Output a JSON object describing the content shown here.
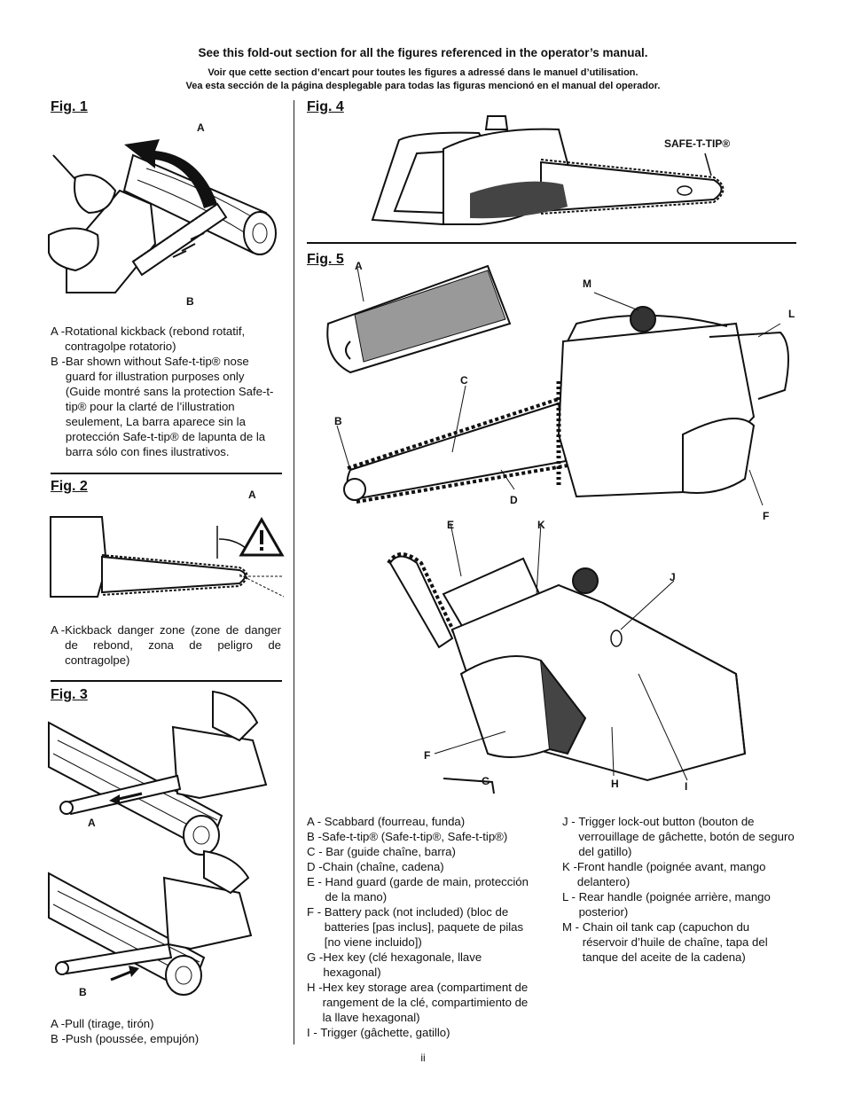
{
  "header": {
    "line1": "See this fold-out section for all the figures referenced in the operator’s manual.",
    "line2": "Voir que cette section d’encart pour toutes les figures a adressé dans le manuel d’utilisation.",
    "line3": "Vea esta sección de la página desplegable para todas las figuras mencionó en el manual del operador."
  },
  "fig1": {
    "title": "Fig. 1",
    "label_a": "A",
    "label_b": "B",
    "legend": [
      {
        "key": "A -",
        "text": "Rotational kickback (rebond rotatif, contragolpe rotatorio)"
      },
      {
        "key": "B -",
        "text": "Bar shown without Safe-t-tip® nose guard for illustration purposes only (Guide montré sans la protection Safe-t-tip® pour la clarté de l’illustration seulement, La barra aparece sin la protección Safe-t-tip® de lapunta de la barra sólo con fines ilustrativos."
      }
    ]
  },
  "fig2": {
    "title": "Fig. 2",
    "label_a": "A",
    "legend": [
      {
        "key": "A -",
        "text": "Kickback danger zone (zone de danger de rebond, zona de peligro de contragolpe)"
      }
    ]
  },
  "fig3": {
    "title": "Fig. 3",
    "label_a": "A",
    "label_b": "B",
    "legend": [
      {
        "key": "A -",
        "text": "Pull (tirage, tirón)"
      },
      {
        "key": "B -",
        "text": "Push (poussée, empujón)"
      }
    ]
  },
  "fig4": {
    "title": "Fig. 4",
    "callout": "SAFE-T-TIP®"
  },
  "fig5": {
    "title": "Fig. 5",
    "labels": {
      "a": "A",
      "b": "B",
      "c": "C",
      "d": "D",
      "e": "E",
      "f1": "F",
      "f2": "F",
      "g": "G",
      "h": "H",
      "i": "I",
      "j": "J",
      "k": "K",
      "l": "L",
      "m": "M"
    },
    "legend_left": [
      {
        "key": "A - ",
        "text": "Scabbard (fourreau, funda)"
      },
      {
        "key": "B -",
        "text": "Safe-t-tip® (Safe-t-tip®, Safe-t-tip®)"
      },
      {
        "key": "C - ",
        "text": "Bar (guide chaîne, barra)"
      },
      {
        "key": "D -",
        "text": "Chain (chaîne, cadena)"
      },
      {
        "key": "E - ",
        "text": "Hand guard (garde de main, protección de la mano)"
      },
      {
        "key": "F - ",
        "text": "Battery pack (not included) (bloc de batteries [pas inclus], paquete de pilas [no viene incluido])"
      },
      {
        "key": "G -",
        "text": "Hex key (clé hexagonale, llave hexagonal)"
      },
      {
        "key": "H -",
        "text": "Hex key storage area (compartiment de rangement de la clé, compartimiento de la llave hexagonal)"
      },
      {
        "key": "I - ",
        "text": "Trigger (gâchette, gatillo)"
      }
    ],
    "legend_right": [
      {
        "key": "J - ",
        "text": "Trigger lock-out button (bouton de verrouillage de gâchette, botón de seguro del gatillo)"
      },
      {
        "key": "K -",
        "text": "Front handle (poignée avant, mango delantero)"
      },
      {
        "key": "L - ",
        "text": "Rear handle (poignée arrière, mango posterior)"
      },
      {
        "key": "M - ",
        "text": "Chain oil tank cap (capuchon du réservoir d’huile de chaîne, tapa del tanque del aceite de la cadena)"
      }
    ]
  },
  "page_number": "ii"
}
